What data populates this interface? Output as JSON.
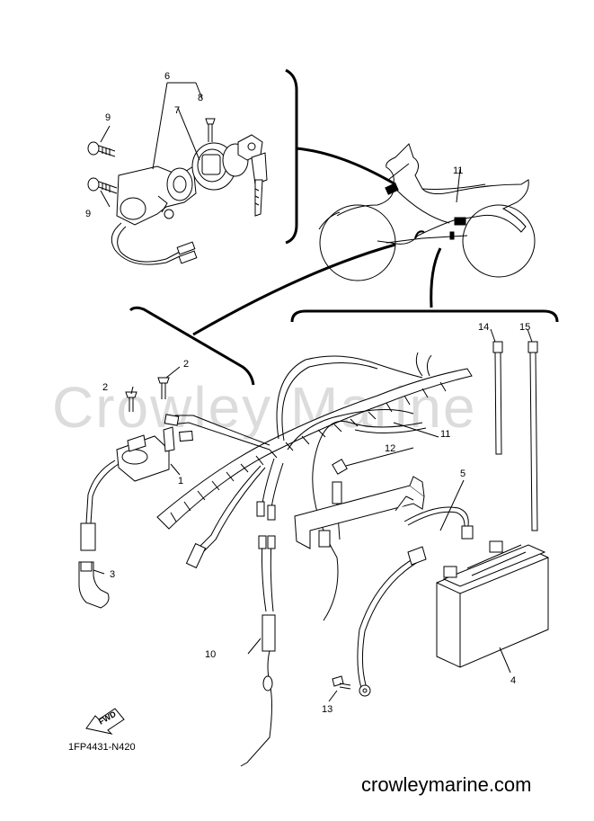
{
  "watermark": "Crowley Marine",
  "part_code": "1FP4431-N420",
  "site": "crowleymarine.com",
  "fwd_label": "FWD",
  "callouts": {
    "c1": "1",
    "c2a": "2",
    "c2b": "2",
    "c3": "3",
    "c4": "4",
    "c5": "5",
    "c6": "6",
    "c7": "7",
    "c8": "8",
    "c9a": "9",
    "c9b": "9",
    "c10": "10",
    "c11a": "11",
    "c11b": "11",
    "c12": "12",
    "c13": "13",
    "c14": "14",
    "c15": "15"
  }
}
